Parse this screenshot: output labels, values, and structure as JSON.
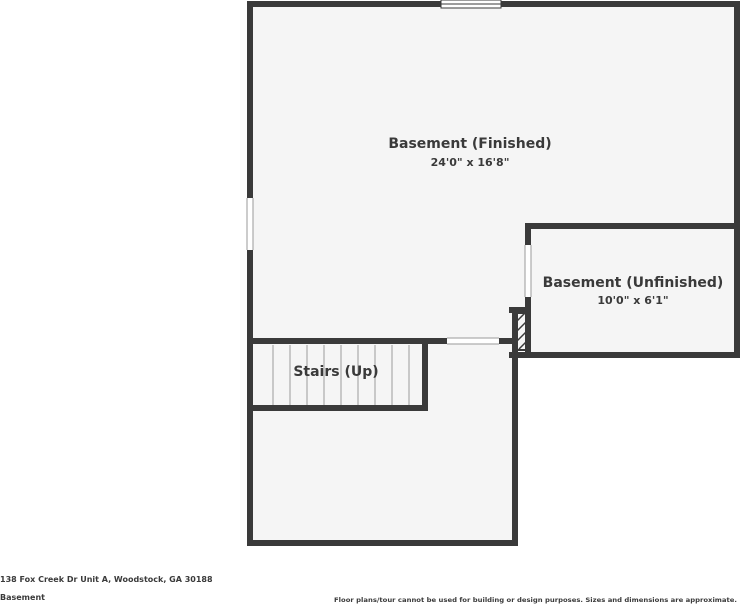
{
  "rooms": {
    "finished": {
      "name": "Basement (Finished)",
      "dimensions": "24'0\" x 16'8\""
    },
    "unfinished": {
      "name": "Basement (Unfinished)",
      "dimensions": "10'0\" x 6'1\""
    },
    "stairs": {
      "name": "Stairs (Up)"
    }
  },
  "footer": {
    "address": "138 Fox Creek Dr Unit A, Woodstock, GA 30188",
    "level": "Basement",
    "disclaimer": "Floor plans/tour cannot be used for building or design purposes. Sizes and dimensions are approximate."
  },
  "colors": {
    "wall": "#3a3a3a",
    "floor": "#f5f5f5",
    "background": "#ffffff"
  }
}
